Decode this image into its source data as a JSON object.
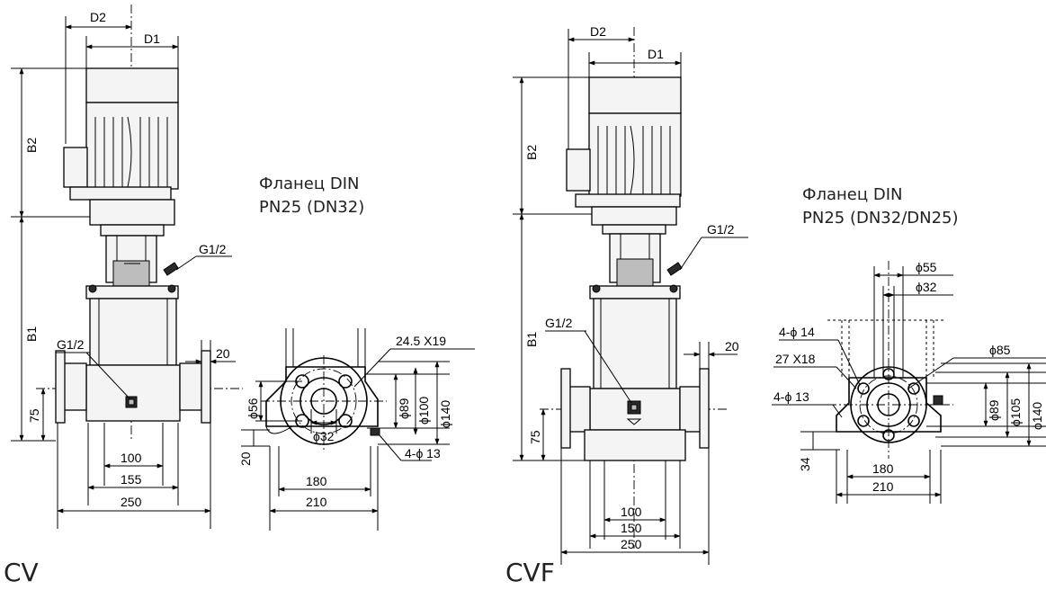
{
  "cv": {
    "label": "CV",
    "flange_title_line1": "Фланец DIN",
    "flange_title_line2": "PN25 (DN32)",
    "dims": {
      "d2": "D2",
      "d1": "D1",
      "b2": "B2",
      "b1": "B1",
      "g12_top": "G1/2",
      "g12_front": "G1/2",
      "d20": "20",
      "d75": "75",
      "d100": "100",
      "d155": "155",
      "d250": "250",
      "slot": "24.5 X19",
      "phi89": "ϕ89",
      "phi100": "ϕ100",
      "phi140": "ϕ140",
      "phi56": "ϕ56",
      "phi32": "ϕ32",
      "holes": "4-ϕ 13",
      "d20b": "20",
      "d180": "180",
      "d210": "210"
    }
  },
  "cvf": {
    "label": "CVF",
    "flange_title_line1": "Фланец DIN",
    "flange_title_line2": "PN25 (DN32/DN25)",
    "dims": {
      "d2": "D2",
      "d1": "D1",
      "b2": "B2",
      "b1": "B1",
      "g12_top": "G1/2",
      "g12_front": "G1/2",
      "d20": "20",
      "d75": "75",
      "d100": "100",
      "d150": "150",
      "d250": "250",
      "phi55": "ϕ55",
      "phi32": "ϕ32",
      "holes14": "4-ϕ 14",
      "slot": "27 X18",
      "holes13": "4-ϕ 13",
      "phi85": "ϕ85",
      "phi89": "ϕ89",
      "phi105": "ϕ105",
      "phi140": "ϕ140",
      "d34": "34",
      "d180": "180",
      "d210": "210"
    }
  }
}
